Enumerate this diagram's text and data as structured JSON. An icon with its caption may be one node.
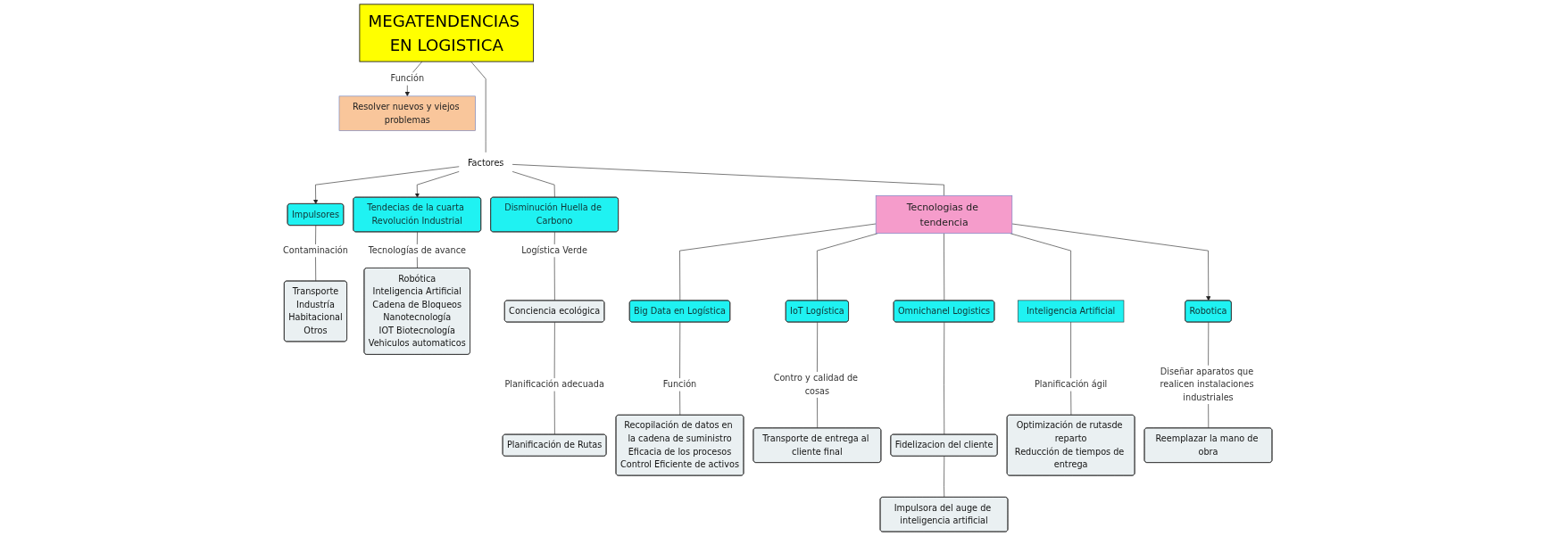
{
  "diagram": {
    "nodes": [
      {
        "text": [
          "MEGATENDENCIAS EN LOGISTICA"
        ]
      },
      {
        "text": [
          "Resolver nuevos y viejos problemas"
        ]
      },
      {
        "text": [
          "Factores"
        ]
      },
      {
        "text": [
          "Impulsores"
        ]
      },
      {
        "text": [
          "Transporte",
          "Industría",
          "Habitacional",
          "Otros"
        ]
      },
      {
        "text": [
          "Tendecias de la cuarta Revolución Industrial"
        ]
      },
      {
        "text": [
          "Robótica",
          "Inteligencia Artificial",
          "Cadena de Bloqueos",
          "Nanotecnología",
          "IOT Biotecnología",
          "Vehiculos automaticos"
        ]
      },
      {
        "text": [
          "Disminución Huella de Carbono"
        ]
      },
      {
        "text": [
          "Conciencia ecológica"
        ]
      },
      {
        "text": [
          "Planificación de Rutas"
        ]
      },
      {
        "text": [
          "Tecnologias de tendencia"
        ]
      },
      {
        "text": [
          "Big Data en Logística"
        ]
      },
      {
        "text": [
          "Recopilación de datos en la cadena de suministro",
          "Eficacia de los procesos",
          "Control Eficiente de activos"
        ]
      },
      {
        "text": [
          "IoT Logística"
        ]
      },
      {
        "text": [
          "Transporte de entrega al cliente final"
        ]
      },
      {
        "text": [
          "Omnichanel Logistics"
        ]
      },
      {
        "text": [
          "Fidelizacion del cliente"
        ]
      },
      {
        "text": [
          "Impulsora del auge de inteligencia artificial"
        ]
      },
      {
        "text": [
          "Inteligencia Artificial"
        ]
      },
      {
        "text": [
          "Optimización de rutasde reparto",
          "Reducción de tiempos de entrega"
        ]
      },
      {
        "text": [
          "Robotica"
        ]
      },
      {
        "text": [
          "Reemplazar la mano de obra"
        ]
      }
    ],
    "edges": [
      {
        "from": 0,
        "to": 1,
        "arrow": "to",
        "label": "Función"
      },
      {
        "from": 0,
        "to": 2,
        "arrow": "none"
      },
      {
        "from": 2,
        "to": 3,
        "arrow": "to"
      },
      {
        "from": 2,
        "to": 5,
        "arrow": "to"
      },
      {
        "from": 2,
        "to": 7,
        "arrow": "none"
      },
      {
        "from": 2,
        "to": 10,
        "arrow": "none"
      },
      {
        "from": 3,
        "to": 4,
        "arrow": "none",
        "label": "Contaminación"
      },
      {
        "from": 5,
        "to": 6,
        "arrow": "none",
        "label": "Tecnologías de avance"
      },
      {
        "from": 7,
        "to": 8,
        "arrow": "none",
        "label": "Logística Verde"
      },
      {
        "from": 8,
        "to": 9,
        "arrow": "none",
        "label": "Planificación adecuada"
      },
      {
        "from": 10,
        "to": 11,
        "arrow": "none"
      },
      {
        "from": 10,
        "to": 13,
        "arrow": "none"
      },
      {
        "from": 10,
        "to": 15,
        "arrow": "none"
      },
      {
        "from": 10,
        "to": 18,
        "arrow": "none"
      },
      {
        "from": 10,
        "to": 20,
        "arrow": "to"
      },
      {
        "from": 11,
        "to": 12,
        "arrow": "none",
        "label": "Función"
      },
      {
        "from": 13,
        "to": 14,
        "arrow": "none",
        "label": "Contro y calidad de cosas"
      },
      {
        "from": 15,
        "to": 16,
        "arrow": "none"
      },
      {
        "from": 16,
        "to": 17,
        "arrow": "none"
      },
      {
        "from": 18,
        "to": 19,
        "arrow": "none",
        "label": "Planificación ágil"
      },
      {
        "from": 20,
        "to": 21,
        "arrow": "none",
        "label": "Diseñar aparatos que realicen instalaciones industriales"
      }
    ]
  }
}
